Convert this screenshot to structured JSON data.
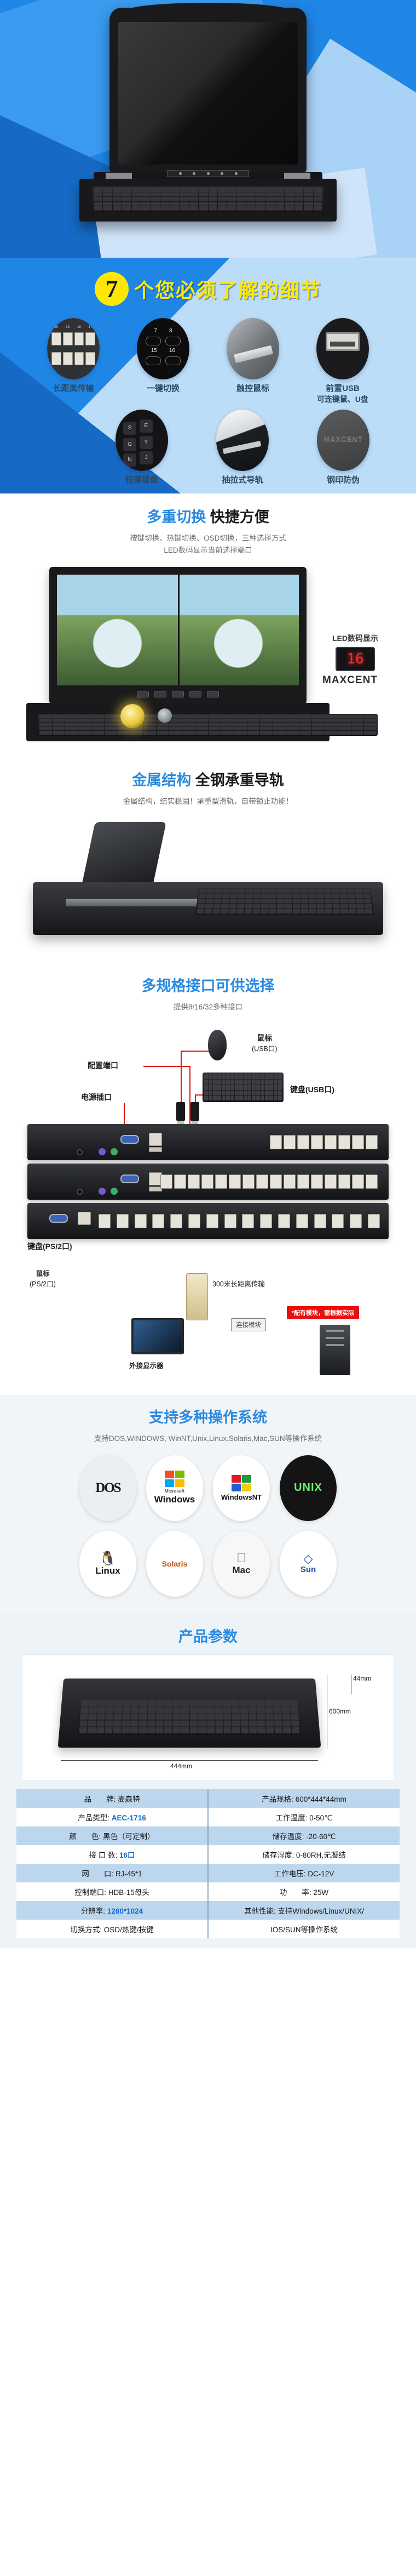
{
  "hero": {
    "alt": "KVM rack console front view"
  },
  "features": {
    "count": "7",
    "title": "个您必须了解的细节",
    "items": [
      {
        "icon": "rj45-ports-icon",
        "label": "长距离传输",
        "sub": ""
      },
      {
        "icon": "keypad-icon",
        "label": "一键切换",
        "sub": ""
      },
      {
        "icon": "touchpad-icon",
        "label": "触控鼠标",
        "sub": ""
      },
      {
        "icon": "usb-port-icon",
        "label": "前置USB",
        "sub": "可连键鼠、U盘"
      },
      {
        "icon": "thin-keyboard-icon",
        "label": "轻薄键盘",
        "sub": ""
      },
      {
        "icon": "slide-rail-icon",
        "label": "抽拉式导轨",
        "sub": ""
      },
      {
        "icon": "steel-seal-icon",
        "label": "钢印防伪",
        "sub": ""
      }
    ]
  },
  "section_switch": {
    "heading_blue": "多重切换",
    "heading_dark": "快捷方便",
    "sub_line1": "按键切换、热键切换、OSD切换，三种选择方式",
    "sub_line2": "LED数码显示当前选择端口",
    "led_callout": "LED数码显示",
    "led_value": "16",
    "brand_mark": "MAXCENT"
  },
  "section_metal": {
    "heading_blue": "金属结构",
    "heading_dark": "全钢承重导轨",
    "sub_line1": "金属结构，结实稳固！承重型滑轨，自带锁止功能！"
  },
  "section_ports": {
    "heading_blue": "多规格接口可供选择",
    "sub_line1": "提供8/16/32多种接口",
    "callouts": {
      "mouse": "鼠标",
      "mouse_sub": "(USB口)",
      "keyboard": "键盘(USB口)",
      "config_port": "配置端口",
      "power_port": "电源插口",
      "kb_ps2": "键盘(PS/2口)",
      "mouse_ps2": "鼠标",
      "mouse_ps2_sub": "(PS/2口)",
      "ext_monitor": "外接显示器",
      "distance": "300米长距离传输",
      "connect_module": "连接模块",
      "warn": "*配有模块，需根据实际"
    }
  },
  "section_os": {
    "heading_blue": "支持多种操作系统",
    "sub_line1": "支持DOS,WINDOWS, WinNT,Unix,Linux,Solaris,Mac,SUN等操作系统",
    "logos": [
      {
        "name": "dos-logo",
        "text": "DOS"
      },
      {
        "name": "windows-logo",
        "text": "Windows",
        "small": "Microsoft"
      },
      {
        "name": "windowsnt-logo",
        "text": "WindowsNT"
      },
      {
        "name": "unix-logo",
        "text": "UNIX"
      },
      {
        "name": "linux-logo",
        "text": "Linux"
      },
      {
        "name": "solaris-logo",
        "text": "Solaris"
      },
      {
        "name": "mac-logo",
        "text": "Mac"
      },
      {
        "name": "sun-logo",
        "text": "Sun"
      }
    ]
  },
  "section_spec": {
    "heading_blue": "产品参数",
    "dim_width": "444mm",
    "dim_depth": "600mm",
    "dim_height": "44mm",
    "rows": [
      {
        "k": "品　　牌:",
        "v": "麦森特",
        "blue": false,
        "k2": "产品规格:",
        "v2": "600*444*44mm",
        "blue2": false
      },
      {
        "k": "产品类型:",
        "v": "AEC-1716",
        "blue": true,
        "k2": "工作温度:",
        "v2": "0-50℃",
        "blue2": false
      },
      {
        "k": "颜　　色:",
        "v": "黑色（可定制）",
        "blue": false,
        "k2": "储存温度:",
        "v2": "-20-60℃",
        "blue2": false
      },
      {
        "k": "接 口 数:",
        "v": "16口",
        "blue": true,
        "k2": "储存湿度:",
        "v2": "0-80RH,无凝结",
        "blue2": false
      },
      {
        "k": "网　　口:",
        "v": "RJ-45*1",
        "blue": false,
        "k2": "工作电压:",
        "v2": "DC-12V",
        "blue2": false
      },
      {
        "k": "控制端口:",
        "v": "HDB-15母头",
        "blue": false,
        "k2": "功　　率:",
        "v2": "25W",
        "blue2": false
      },
      {
        "k": "分辨率:",
        "v": "1280*1024",
        "blue": true,
        "k2": "其他性能:",
        "v2": "支持Windows/Linux/UNIX/",
        "blue2": false
      },
      {
        "k": "切换方式:",
        "v": "OSD/热键/按键",
        "blue": false,
        "k2": "",
        "v2": "IOS/SUN等操作系统",
        "blue2": false
      }
    ]
  }
}
